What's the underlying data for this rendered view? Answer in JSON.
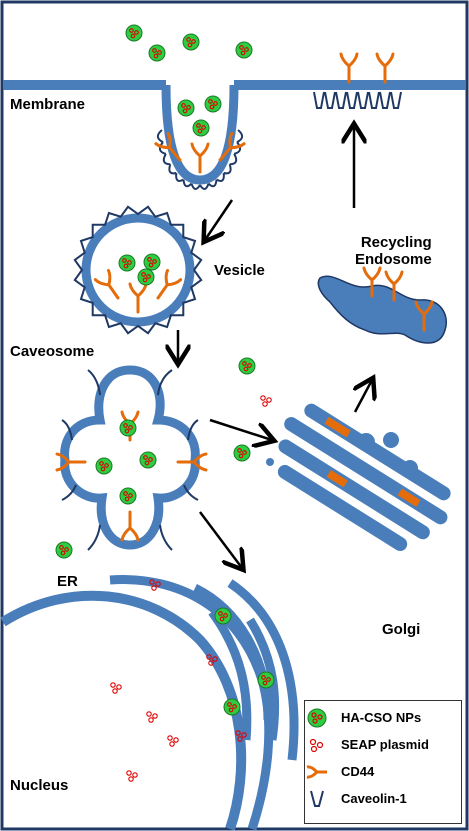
{
  "labels": {
    "membrane": "Membrane",
    "vesicle": "Vesicle",
    "caveosome": "Caveosome",
    "recycling_endosome": "Recycling\nEndosome",
    "er": "ER",
    "golgi": "Golgi",
    "nucleus": "Nucleus"
  },
  "legend": {
    "items": [
      {
        "label": "HA-CSO NPs",
        "icon": "nanoparticle-icon"
      },
      {
        "label": "SEAP plasmid",
        "icon": "plasmid-icon"
      },
      {
        "label": "CD44",
        "icon": "cd44-receptor-icon"
      },
      {
        "label": "Caveolin-1",
        "icon": "caveolin-icon"
      }
    ]
  },
  "colors": {
    "membrane_blue": "#4a7ebb",
    "dark_navy": "#1f3864",
    "cd44_orange": "#e46c0a",
    "np_green": "#2ecc40",
    "plasmid_red": "#e00000",
    "border": "#1f3864"
  }
}
